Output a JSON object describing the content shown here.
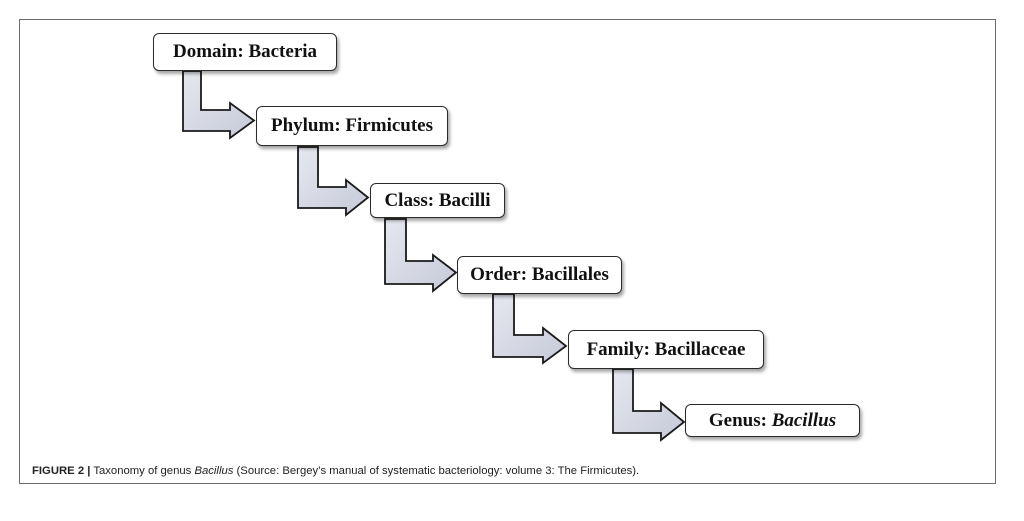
{
  "figure": {
    "nodes": [
      {
        "rank": "Domain",
        "name": "Bacteria",
        "italic_name": false
      },
      {
        "rank": "Phylum",
        "name": "Firmicutes",
        "italic_name": false
      },
      {
        "rank": "Class",
        "name": "Bacilli",
        "italic_name": false
      },
      {
        "rank": "Order",
        "name": "Bacillales",
        "italic_name": false
      },
      {
        "rank": "Family",
        "name": "Bacillaceae",
        "italic_name": false
      },
      {
        "rank": "Genus",
        "name": "Bacillus",
        "italic_name": true
      }
    ],
    "colors": {
      "arrow_fill": "#d4d6e3",
      "arrow_stroke": "#1a1a1a",
      "box_border": "#2a2a2a",
      "frame_border": "#6b6b6b"
    }
  },
  "caption": {
    "label": "FIGURE 2 |",
    "text_before": " Taxonomy of genus ",
    "italic": "Bacillus",
    "text_after": " (Source: Bergey’s manual of systematic bacteriology: volume 3: The Firmicutes)."
  }
}
